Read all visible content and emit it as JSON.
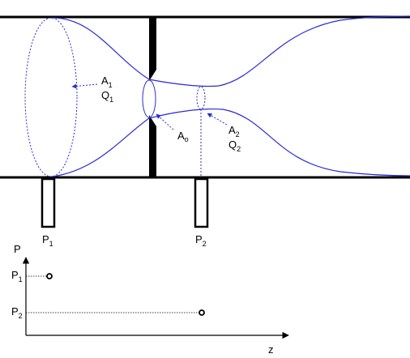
{
  "flow_labels": {
    "upstream": {
      "area_base": "A",
      "area_sub": "1",
      "flow_base": "Q",
      "flow_sub": "1"
    },
    "orifice": {
      "area_base": "A",
      "area_sub": "o"
    },
    "vena_contracta": {
      "area_base": "A",
      "area_sub": "2",
      "flow_base": "Q",
      "flow_sub": "2"
    }
  },
  "taps": [
    {
      "base": "P",
      "sub": "1"
    },
    {
      "base": "P",
      "sub": "2"
    }
  ],
  "graph": {
    "y_axis_label": "P",
    "x_axis_label": "z",
    "levels": [
      {
        "base": "P",
        "sub": "1"
      },
      {
        "base": "P",
        "sub": "2"
      }
    ]
  },
  "colors": {
    "streamline": "#2b2bd6",
    "guide": "#2b2bd6",
    "wall": "#000000"
  }
}
